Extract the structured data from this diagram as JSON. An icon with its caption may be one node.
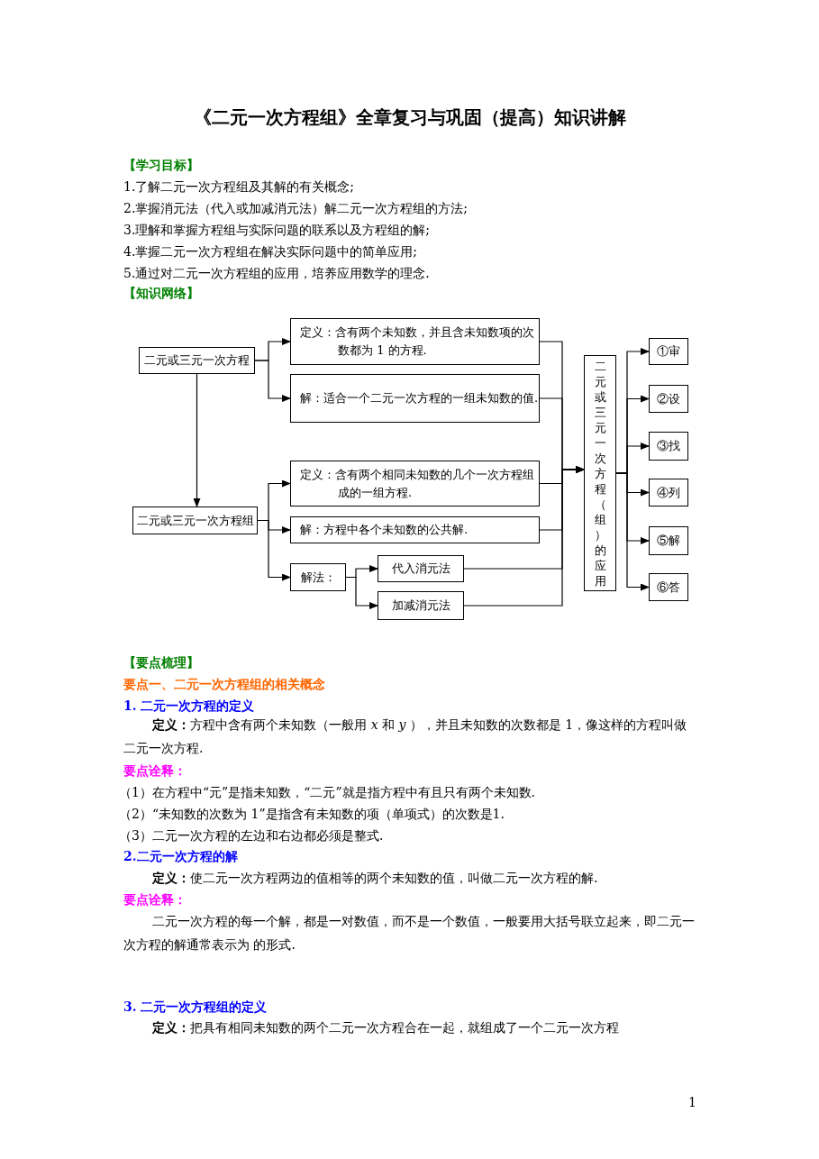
{
  "diagram": {
    "title": "《二元一次方程组》全章复习与巩固（提高）知识讲解",
    "nodes": [
      {
        "text": [
          "二元或三元一次方程"
        ]
      },
      {
        "text": [
          "定义：含有两个未知数，并且含未知数项的次数都为 1 的方程."
        ]
      },
      {
        "text": [
          "解：适合一个二元一次方程的一组未知数的值."
        ]
      },
      {
        "text": [
          "二元或三元一次方程组"
        ]
      },
      {
        "text": [
          "定义：含有两个相同未知数的几个一次方程组成的一组方程."
        ]
      },
      {
        "text": [
          "解：方程中各个未知数的公共解."
        ]
      },
      {
        "text": [
          "解法："
        ]
      },
      {
        "text": [
          "代入消元法"
        ]
      },
      {
        "text": [
          "加减消元法"
        ]
      },
      {
        "text": [
          "二元或三元一次方程（组）的应用"
        ]
      },
      {
        "text": [
          "①审"
        ]
      },
      {
        "text": [
          "②设"
        ]
      },
      {
        "text": [
          "③找"
        ]
      },
      {
        "text": [
          "④列"
        ]
      },
      {
        "text": [
          "⑤解"
        ]
      },
      {
        "text": [
          "⑥答"
        ]
      }
    ],
    "edges": [
      {
        "from": 0,
        "to": 1,
        "arrow": "to"
      },
      {
        "from": 0,
        "to": 2,
        "arrow": "to"
      },
      {
        "from": 0,
        "to": 3,
        "arrow": "to"
      },
      {
        "from": 3,
        "to": 4,
        "arrow": "to"
      },
      {
        "from": 3,
        "to": 5,
        "arrow": "to"
      },
      {
        "from": 3,
        "to": 6,
        "arrow": "to"
      },
      {
        "from": 6,
        "to": 7,
        "arrow": "to"
      },
      {
        "from": 6,
        "to": 8,
        "arrow": "to"
      },
      {
        "from": 1,
        "to": 9,
        "arrow": "to"
      },
      {
        "from": 2,
        "to": 9,
        "arrow": "to"
      },
      {
        "from": 4,
        "to": 9,
        "arrow": "to"
      },
      {
        "from": 5,
        "to": 9,
        "arrow": "to"
      },
      {
        "from": 7,
        "to": 9,
        "arrow": "to"
      },
      {
        "from": 8,
        "to": 9,
        "arrow": "to"
      },
      {
        "from": 9,
        "to": 10,
        "arrow": "to"
      },
      {
        "from": 9,
        "to": 11,
        "arrow": "to"
      },
      {
        "from": 9,
        "to": 12,
        "arrow": "to"
      },
      {
        "from": 9,
        "to": 13,
        "arrow": "to"
      },
      {
        "from": 9,
        "to": 14,
        "arrow": "to"
      },
      {
        "from": 9,
        "to": 15,
        "arrow": "to"
      }
    ],
    "labels": [
      "【学习目标】",
      "1.了解二元一次方程组及其解的有关概念;",
      "2.掌握消元法（代入或加减消元法）解二元一次方程组的方法;",
      "3.理解和掌握方程组与实际问题的联系以及方程组的解;",
      "4.掌握二元一次方程组在解决实际问题中的简单应用;",
      "5.通过对二元一次方程组的应用，培养应用数学的理念.",
      "【知识网络】",
      "【要点梳理】",
      "要点一、二元一次方程组的相关概念",
      "1. 二元一次方程的定义",
      "**定义：**方程中含有两个未知数（一般用 *x* 和 *y* ），并且未知数的次数都是 1，像这样的方程叫做二元一次方程.",
      "要点诠释：",
      "（1）在方程中“元”是指未知数，“二元”就是指方程中有且只有两个未知数.",
      "（2）“未知数的次数为 1”是指含有未知数的项（单项式）的次数是1.",
      "（3）二元一次方程的左边和右边都必须是整式.",
      "2.二元一次方程的解",
      "**定义：**使二元一次方程两边的值相等的两个未知数的值，叫做二元一次方程的解.",
      "要点诠释：",
      "二元一次方程的每一个解，都是一对数值，而不是一个数值，一般要用大括号联立起来，即二元一次方程的解通常表示为 的形式.",
      "3. 二元一次方程组的定义",
      "**定义：**把具有相同未知数的两个二元一次方程合在一起，就组成了一个二元一次方程",
      "1"
    ]
  }
}
